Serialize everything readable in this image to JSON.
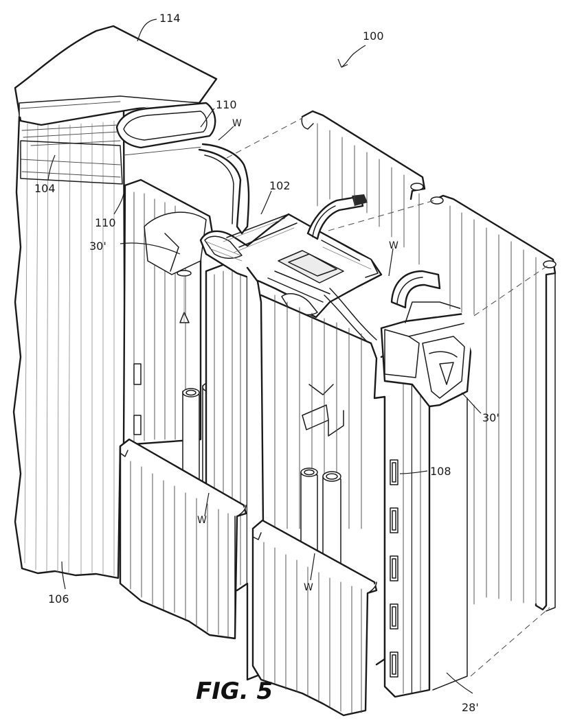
{
  "figure": {
    "caption": "FIG. 5",
    "refs": {
      "r100": "100",
      "r114": "114",
      "r110a": "110",
      "r110b": "110",
      "r104": "104",
      "r102": "102",
      "r30a": "30'",
      "r30b": "30'",
      "r108": "108",
      "r106": "106",
      "r28": "28'",
      "w1": "W",
      "w2": "W",
      "w3": "W",
      "w4": "W"
    }
  }
}
